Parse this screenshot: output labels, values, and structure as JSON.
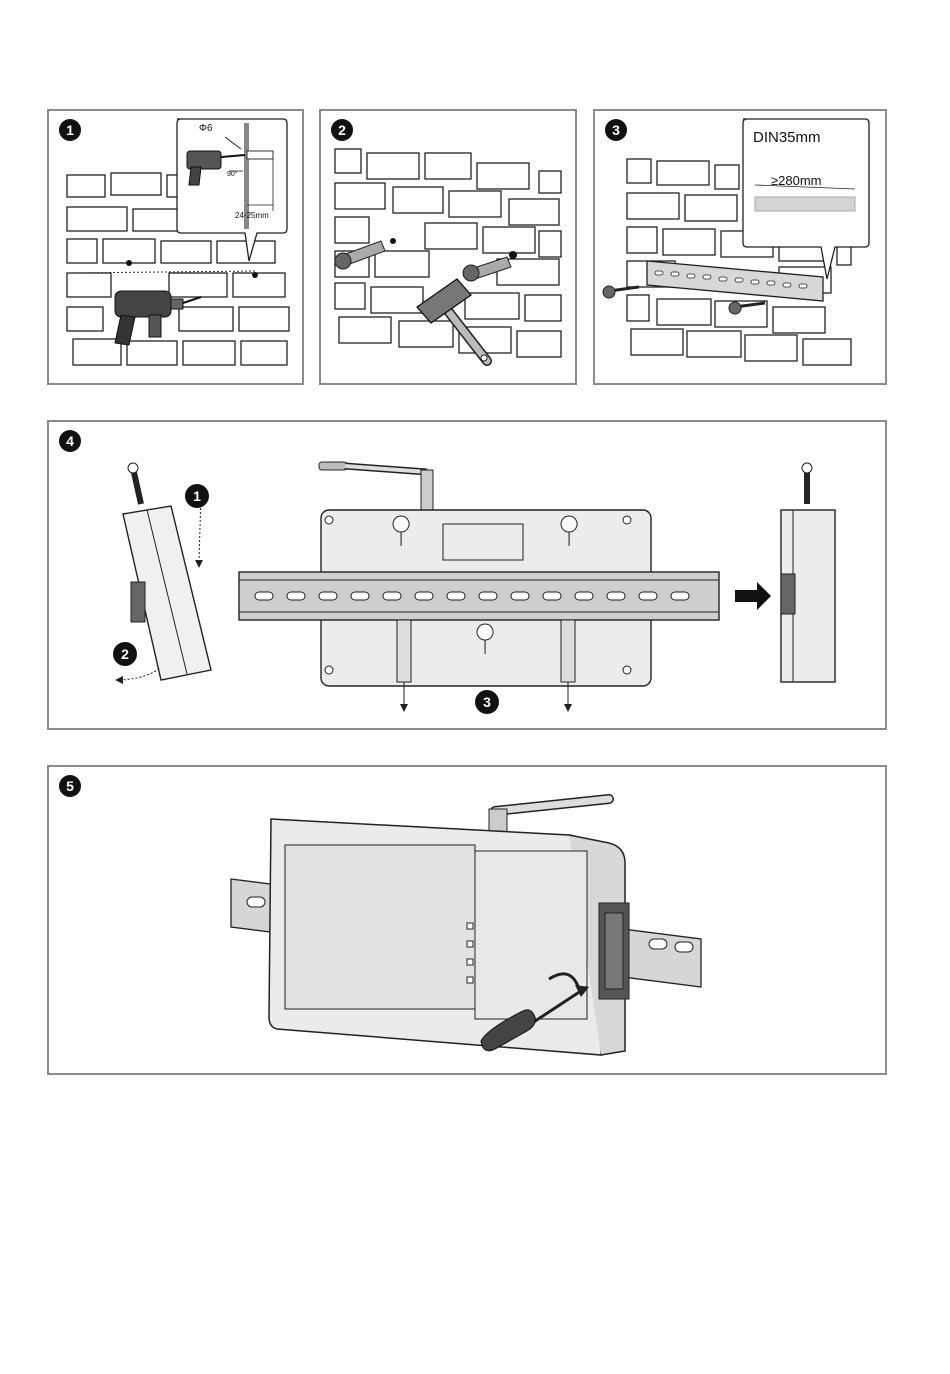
{
  "steps": [
    {
      "badge": "1",
      "callout_diameter": "Φ6",
      "callout_angle": "90°",
      "callout_depth": "24-25mm"
    },
    {
      "badge": "2"
    },
    {
      "badge": "3",
      "callout_rail": "DIN35mm",
      "callout_length": "≥280mm"
    },
    {
      "badge": "4",
      "sub1": "1",
      "sub2": "2",
      "sub3": "3"
    },
    {
      "badge": "5"
    }
  ]
}
